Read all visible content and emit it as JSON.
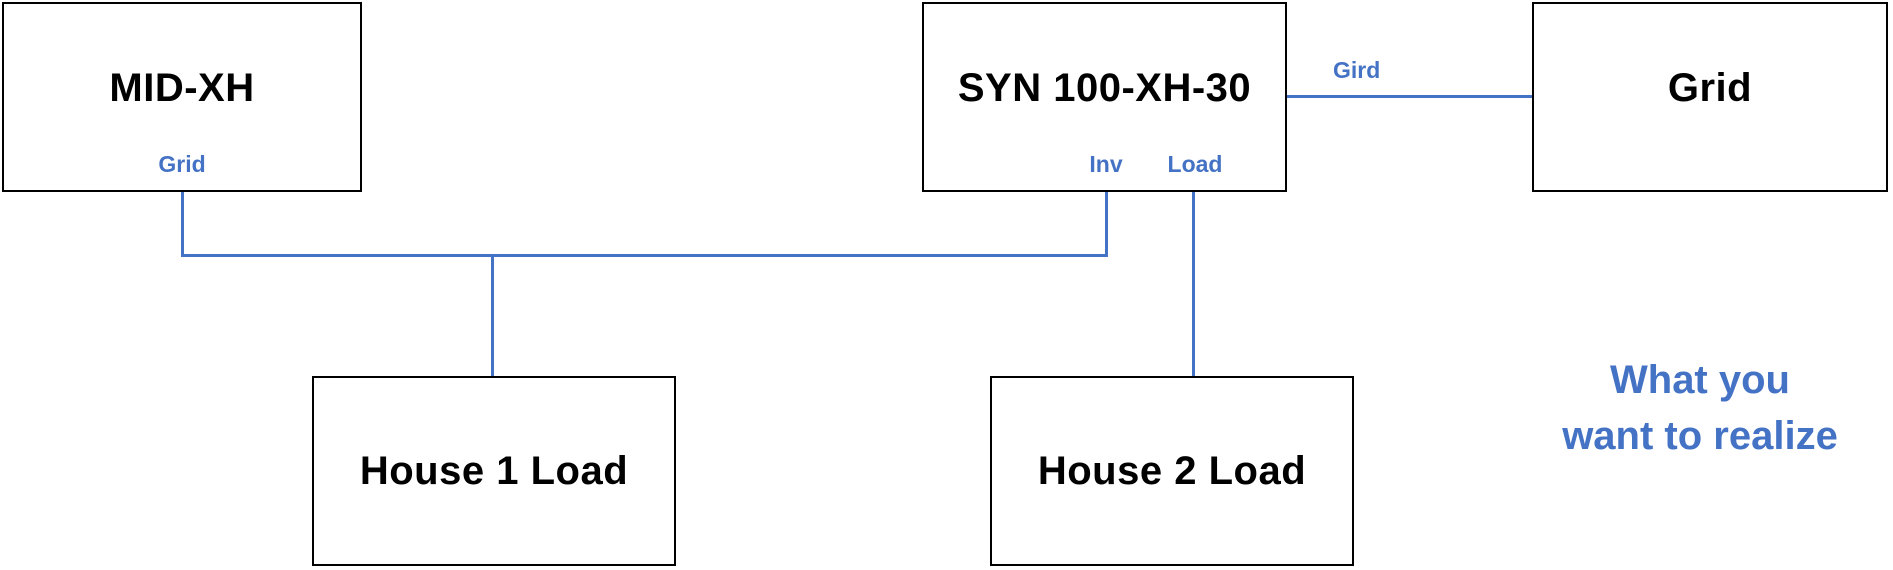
{
  "diagram": {
    "nodes": {
      "mid_xh": {
        "label": "MID-XH",
        "port_grid": "Grid"
      },
      "syn": {
        "label": "SYN 100-XH-30",
        "port_inv": "Inv",
        "port_load": "Load"
      },
      "grid": {
        "label": "Grid"
      },
      "house1": {
        "label": "House 1 Load"
      },
      "house2": {
        "label": "House 2 Load"
      }
    },
    "edge_labels": {
      "syn_to_grid": "Gird"
    },
    "annotation": {
      "line1": "What you",
      "line2": "want to realize"
    }
  },
  "colors": {
    "accent_blue": "#4472C4",
    "box_border": "#000000",
    "box_text": "#000000",
    "background": "#FFFFFF"
  }
}
